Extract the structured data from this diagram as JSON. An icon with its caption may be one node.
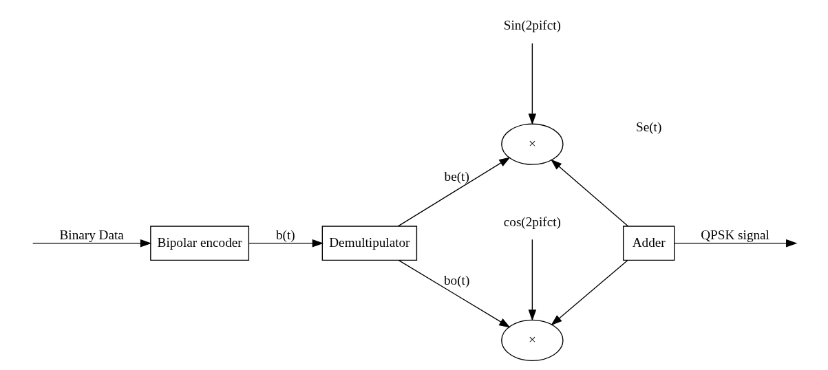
{
  "diagram": {
    "nodes": [
      {
        "text": [
          "Sin(2pifct)"
        ]
      },
      {
        "text": [
          "×"
        ]
      },
      {
        "text": [
          "Bipolar encoder"
        ]
      },
      {
        "text": [
          "Demultipulator"
        ]
      },
      {
        "text": [
          "Adder"
        ]
      },
      {
        "text": [
          "×"
        ]
      },
      {
        "text": [
          "cos(2pifct)"
        ]
      }
    ],
    "edges": [
      {
        "from": null,
        "to": 2,
        "arrow": "to",
        "label": "Binary Data"
      },
      {
        "from": 2,
        "to": 3,
        "arrow": "to",
        "label": "b(t)"
      },
      {
        "from": 3,
        "to": 1,
        "arrow": "to",
        "label": "be(t)"
      },
      {
        "from": 3,
        "to": 5,
        "arrow": "to",
        "label": "bo(t)"
      },
      {
        "from": 0,
        "to": 1,
        "arrow": "to"
      },
      {
        "from": 6,
        "to": 5,
        "arrow": "to"
      },
      {
        "from": 4,
        "to": 1,
        "arrow": "to"
      },
      {
        "from": 4,
        "to": 5,
        "arrow": "to"
      },
      {
        "from": 4,
        "to": null,
        "arrow": "to",
        "label": "QPSK signal"
      }
    ],
    "labels": [
      "Se(t)"
    ]
  }
}
